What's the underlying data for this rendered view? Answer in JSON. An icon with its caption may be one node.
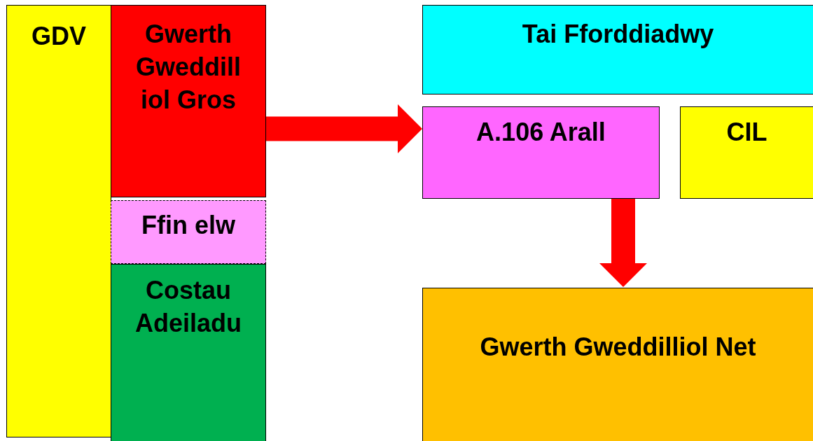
{
  "diagram": {
    "nodes": [
      {
        "text": [
          "GDV"
        ]
      },
      {
        "text": [
          "Gwerth Gweddill iol Gros"
        ]
      },
      {
        "text": [
          "Ffin elw"
        ]
      },
      {
        "text": [
          "Costau Adeiladu"
        ]
      },
      {
        "text": [
          "Tai Fforddiadwy"
        ]
      },
      {
        "text": [
          "A.106 Arall"
        ]
      },
      {
        "text": [
          "CIL"
        ]
      },
      {
        "text": [
          "Gwerth Gweddilliol Net"
        ]
      }
    ],
    "edges": [
      {
        "from": 1,
        "to": 5,
        "arrow": "to"
      },
      {
        "from": 5,
        "to": 7,
        "arrow": "to"
      }
    ]
  }
}
